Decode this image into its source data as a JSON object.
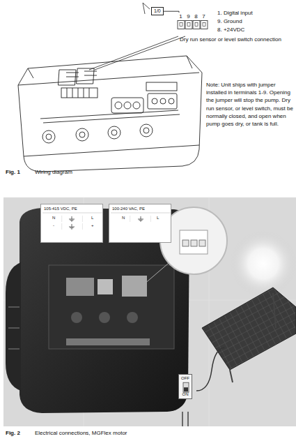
{
  "diagram": {
    "nodes": [
      {
        "text": [
          "1/0"
        ]
      },
      {
        "text": [
          "1",
          "9",
          "8",
          "7"
        ]
      },
      {
        "text": [
          "105-415 VDC, PE",
          "N",
          "L",
          "-",
          "+"
        ]
      },
      {
        "text": [
          "100-240 VAC, PE",
          "N",
          "L"
        ]
      },
      {
        "text": [
          "OFF",
          "ON"
        ]
      }
    ],
    "edges": [
      {
        "from": 0,
        "to": 1,
        "arrow": "none"
      }
    ],
    "labels": [
      "1. Digital input",
      "9. Ground",
      "8. +24VDC",
      "Dry run sensor or level switch connection",
      "Note: Unit ships with jumper installed in terminals 1-9. Opening the jumper will stop the pump. Dry run sensor, or level switch, must be normally closed, and open when pump goes dry, or tank is full.",
      "Fig. 1",
      "Wiring diagram",
      "Fig. 2",
      "Electrical connections, MGFlex motor"
    ]
  }
}
